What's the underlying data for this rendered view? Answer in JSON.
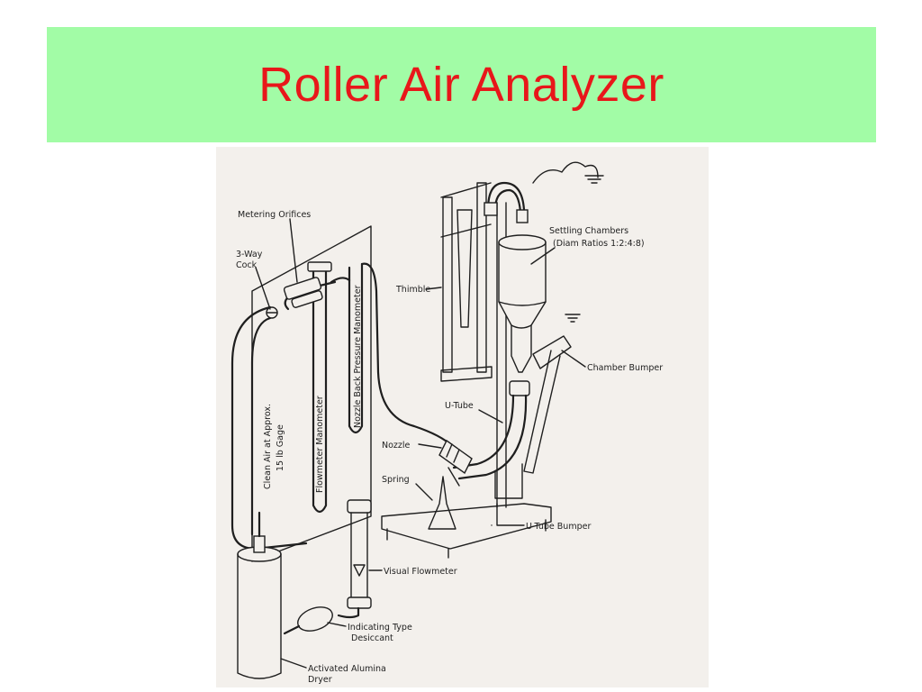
{
  "slide": {
    "title": "Roller Air Analyzer"
  },
  "diagram": {
    "labels": {
      "metering_orifices": "Metering Orifices",
      "three_way_line1": "3-Way",
      "three_way_line2": "Cock",
      "clean_air_line1": "Clean Air at Approx.",
      "clean_air_line2": "15 lb Gage",
      "flowmeter_manometer": "Flowmeter Manometer",
      "nozzle_back_pressure": "Nozzle Back Pressure Manometer",
      "thimble": "Thimble",
      "settling_line1": "Settling Chambers",
      "settling_line2": "(Diam Ratios 1:2:4:8)",
      "chamber_bumper": "Chamber Bumper",
      "u_tube": "U-Tube",
      "nozzle": "Nozzle",
      "spring": "Spring",
      "u_tube_bumper": "U-Tube Bumper",
      "visual_flowmeter": "Visual Flowmeter",
      "desiccant_line1": "Indicating Type",
      "desiccant_line2": "Desiccant",
      "alumina_line1": "Activated Alumina",
      "alumina_line2": "Dryer"
    }
  }
}
